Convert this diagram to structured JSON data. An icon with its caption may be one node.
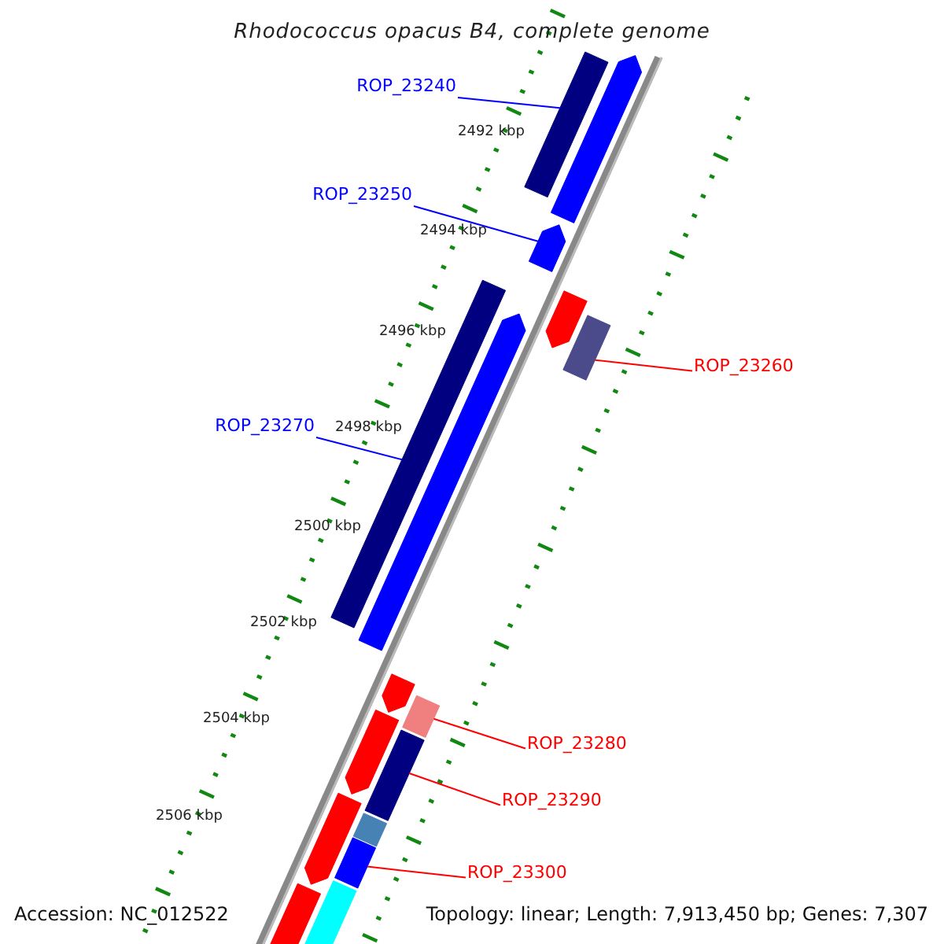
{
  "diagram": {
    "title": "Rhodococcus opacus B4, complete genome",
    "nodes": [
      {
        "text": [
          "ROP_23240"
        ]
      },
      {
        "text": [],
        "shape": "bar"
      },
      {
        "text": [
          "ROP_23250"
        ]
      },
      {
        "text": [],
        "shape": "bar"
      },
      {
        "text": [
          "ROP_23260"
        ]
      },
      {
        "text": [],
        "shape": "bar"
      },
      {
        "text": [
          "ROP_23270"
        ]
      },
      {
        "text": [],
        "shape": "bar"
      },
      {
        "text": [
          "ROP_23280"
        ]
      },
      {
        "text": [],
        "shape": "bar"
      },
      {
        "text": [
          "ROP_23290"
        ]
      },
      {
        "text": [],
        "shape": "bar"
      },
      {
        "text": [
          "ROP_23300"
        ]
      },
      {
        "text": [],
        "shape": "bar"
      },
      {
        "text": [],
        "shape": "bar"
      },
      {
        "text": [],
        "shape": "bar"
      },
      {
        "text": [],
        "shape": "bar"
      },
      {
        "text": [],
        "shape": "bar"
      },
      {
        "text": [],
        "shape": "bar"
      },
      {
        "text": [],
        "shape": "bar"
      },
      {
        "text": [],
        "shape": "bar"
      },
      {
        "text": [],
        "shape": "bar"
      },
      {
        "text": [],
        "shape": "bar"
      }
    ],
    "edges": [
      {
        "from": 0,
        "to": 1,
        "arrow": "none",
        "color": "#0000ff"
      },
      {
        "from": 2,
        "to": 3,
        "arrow": "none",
        "color": "#0000ff"
      },
      {
        "from": 4,
        "to": 5,
        "arrow": "none"
      },
      {
        "from": 6,
        "to": 7,
        "arrow": "none",
        "color": "#0000ff"
      },
      {
        "from": 8,
        "to": 9,
        "arrow": "none"
      },
      {
        "from": 10,
        "to": 11,
        "arrow": "none"
      },
      {
        "from": 12,
        "to": 13,
        "arrow": "none"
      }
    ],
    "labels": [
      "2492 kbp",
      "2494 kbp",
      "2496 kbp",
      "2498 kbp",
      "2500 kbp",
      "2502 kbp",
      "2504 kbp",
      "2506 kbp",
      "Accession: NC_012522",
      "Topology: linear; Length: 7,913,450 bp; Genes: 7,307"
    ]
  }
}
